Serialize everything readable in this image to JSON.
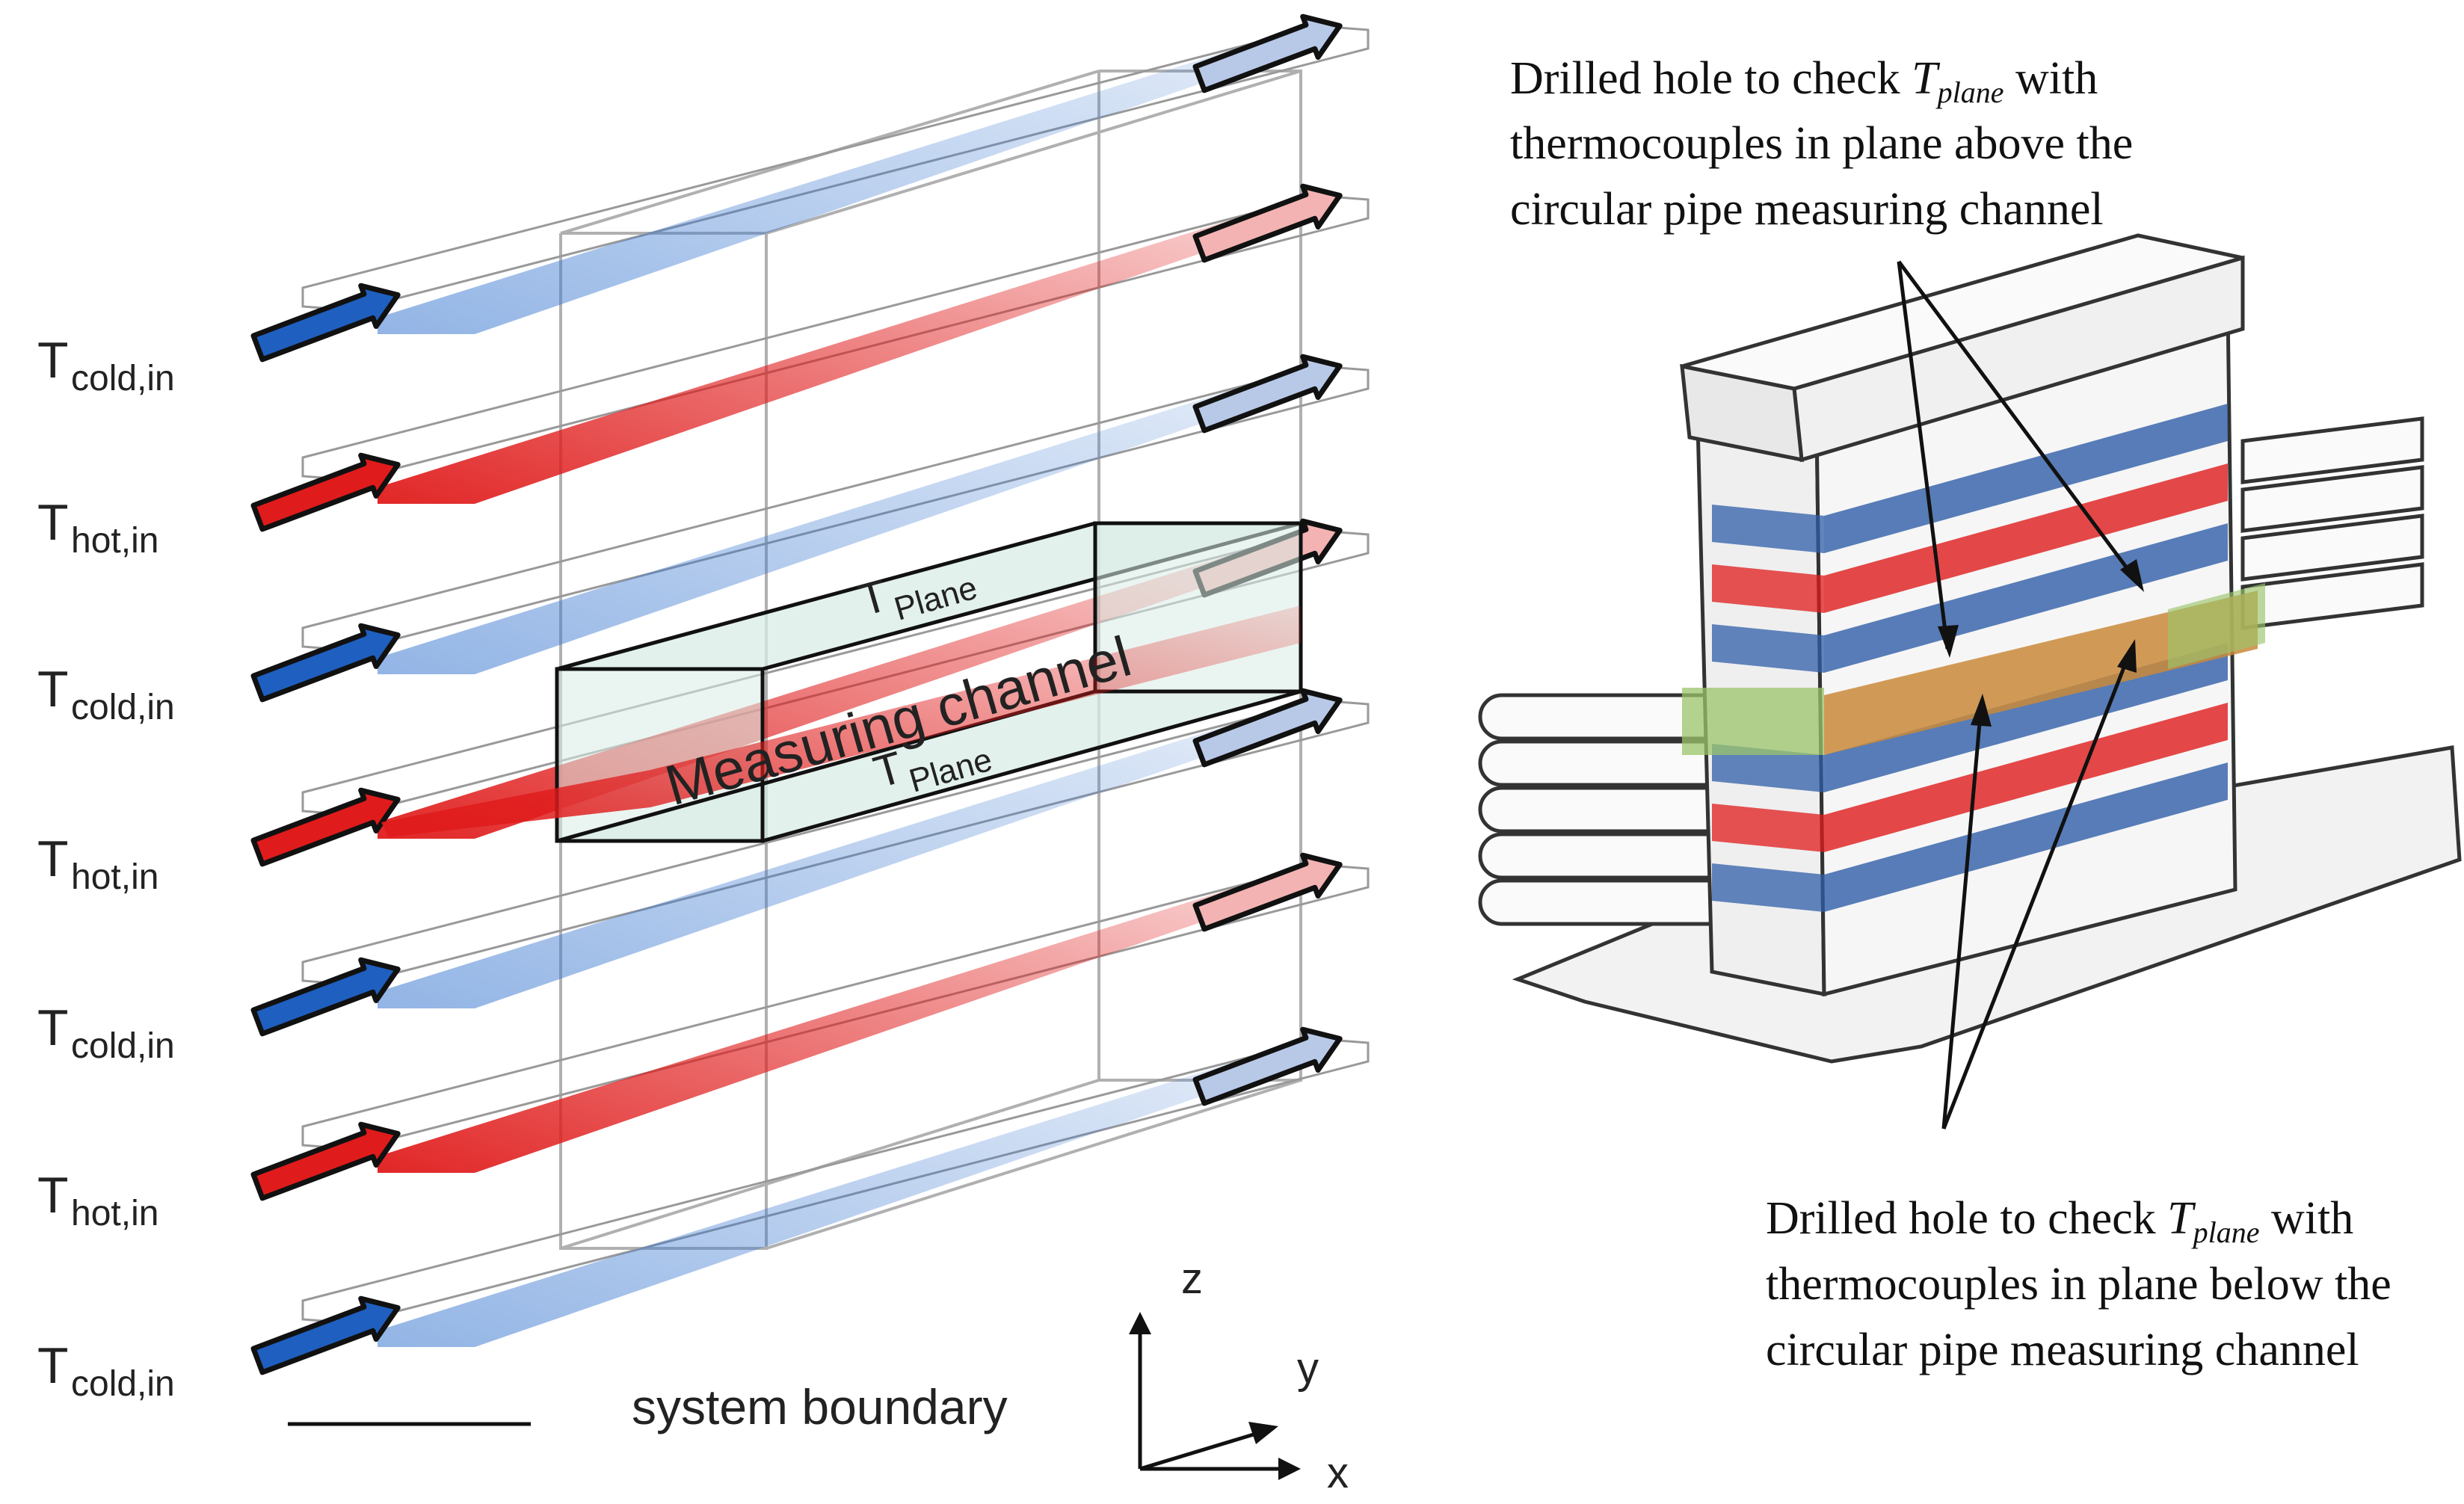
{
  "left_panel": {
    "inlet_labels": [
      {
        "main": "T",
        "sub": "cold,in"
      },
      {
        "main": "T",
        "sub": "hot,in"
      },
      {
        "main": "T",
        "sub": "cold,in"
      },
      {
        "main": "T",
        "sub": "hot,in"
      },
      {
        "main": "T",
        "sub": "cold,in"
      },
      {
        "main": "T",
        "sub": "hot,in"
      },
      {
        "main": "T",
        "sub": "cold,in"
      }
    ],
    "measuring_channel": "Measuring channel",
    "t_plane_top": {
      "main": "T",
      "sub": "Plane"
    },
    "t_plane_bottom": {
      "main": "T",
      "sub": "Plane"
    },
    "legend_system_boundary": "system boundary",
    "axes": {
      "z": "z",
      "y": "y",
      "x": "x"
    }
  },
  "right_panel": {
    "annotation_top": {
      "line1_before": "Drilled hole to check ",
      "line1_symbol": "T",
      "line1_symbol_sub": "plane",
      "line1_after": " with",
      "line2": "thermocouples in plane above the",
      "line3": "circular pipe measuring channel"
    },
    "annotation_bottom": {
      "line1_before": "Drilled hole to check ",
      "line1_symbol": "T",
      "line1_symbol_sub": "plane",
      "line1_after": " with",
      "line2": "thermocouples in plane below the",
      "line3": "circular pipe measuring channel"
    }
  },
  "colors": {
    "cold_dark": "#1f5fbf",
    "cold_light": "#b8c9e8",
    "hot_dark": "#e01b1b",
    "hot_light": "#f4b3b3",
    "channel_fill": "#d9ece6",
    "green_band": "#9bc46a",
    "orange_band": "#c98a3a"
  }
}
